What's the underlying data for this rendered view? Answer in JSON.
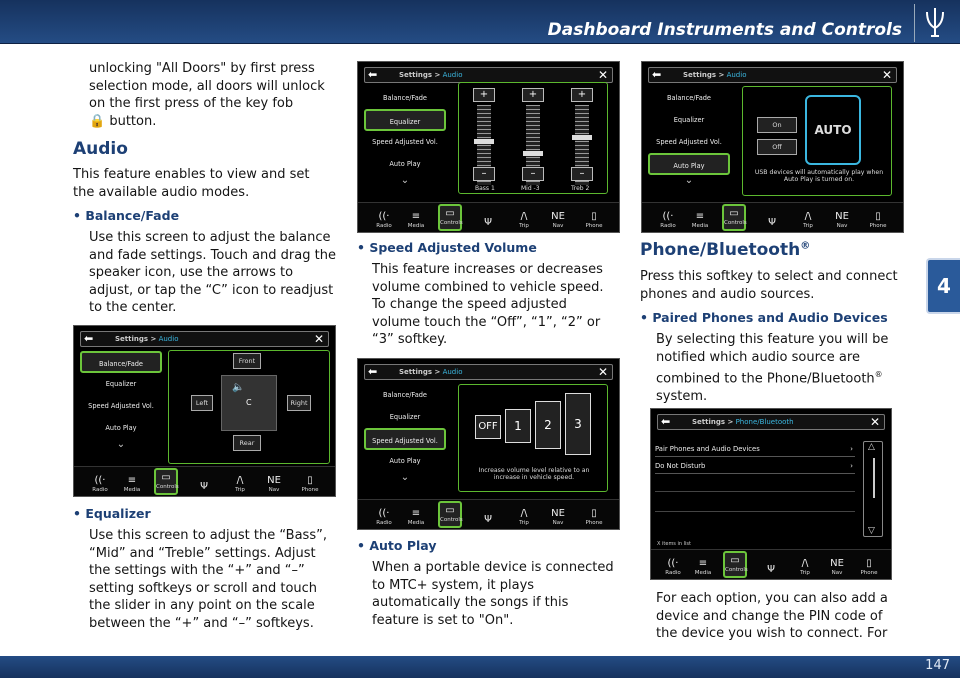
{
  "header": {
    "title": "Dashboard Instruments and Controls",
    "logo": "maserati-trident-logo"
  },
  "chapter_tab": "4",
  "page_number": "147",
  "col1": {
    "intro": "unlocking \"All Doors\" by first press selection mode, all doors will unlock on the first press of the key fob",
    "intro_tail": "button.",
    "audio_heading": "Audio",
    "audio_text": "This feature enables to view and set the available audio modes.",
    "balance_bullet": "• Balance/Fade",
    "balance_text": "Use this screen to adjust the balance and fade settings. Touch and drag the speaker icon, use the arrows to adjust, or tap the “C” icon to readjust to the center.",
    "equalizer_bullet": "• Equalizer",
    "equalizer_text": "Use this screen to adjust the “Bass”, “Mid” and “Treble” settings. Adjust the settings with the “+” and “–” setting softkeys or scroll and touch the slider in any point on the scale between the “+” and “–” softkeys."
  },
  "col2": {
    "sav_bullet": "• Speed Adjusted Volume",
    "sav_text": "This feature increases or decreases volume combined to vehicle speed. To change the speed adjusted volume touch the “Off”, “1”, “2” or “3” softkey.",
    "autoplay_bullet": "• Auto Play",
    "autoplay_text": "When a portable device is connected to MTC+ system, it plays automatically the songs if this feature is set to \"On\"."
  },
  "col3": {
    "phone_heading": "Phone/Bluetooth",
    "phone_sup": "®",
    "phone_text": "Press this softkey to select and connect phones and audio sources.",
    "paired_bullet": "• Paired Phones and Audio Devices",
    "paired_text": "By selecting this feature you will be notified which audio source are combined to the Phone/Bluetooth",
    "paired_text_tail": "system.",
    "each_text": "For each option, you can also add a device and change the PIN code of the device you wish to connect. For"
  },
  "screen": {
    "crumb_root": "Settings >",
    "crumb_audio": "Audio",
    "crumb_phone": "Phone/Bluetooth",
    "menu": [
      "Balance/Fade",
      "Equalizer",
      "Speed Adjusted Vol.",
      "Auto Play"
    ],
    "footer": [
      "Radio",
      "Media",
      "Controls",
      "",
      "Trip",
      "Nav",
      "Phone"
    ],
    "footer_icons": [
      "((·",
      "≡",
      "▭",
      "Ψ",
      "/\\",
      "NE",
      "▯"
    ],
    "front": "Front",
    "rear": "Rear",
    "left": "Left",
    "right": "Right",
    "center": "C",
    "eq_labels": [
      "Bass  1",
      "Mid  -3",
      "Treb  2"
    ],
    "plus": "+",
    "minus": "–",
    "sav_steps": [
      "OFF",
      "1",
      "2",
      "3"
    ],
    "sav_caption": "Increase volume level relative to an increase in vehicle speed.",
    "on": "On",
    "off": "Off",
    "auto": "AUTO",
    "auto_caption": "USB devices will automatically play when Auto Play is turned on.",
    "phone_items": [
      "Pair Phones and Audio Devices",
      "Do Not Disturb"
    ],
    "phone_count": "X items in list"
  }
}
